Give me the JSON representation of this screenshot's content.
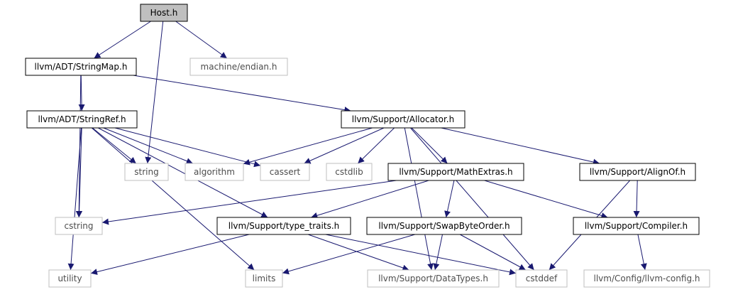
{
  "graph": {
    "nodes": [
      {
        "id": "host",
        "label": "Host.h",
        "style": "root"
      },
      {
        "id": "stringmap",
        "label": "llvm/ADT/StringMap.h",
        "style": "documented"
      },
      {
        "id": "endian",
        "label": "machine/endian.h",
        "style": "external"
      },
      {
        "id": "stringref",
        "label": "llvm/ADT/StringRef.h",
        "style": "documented"
      },
      {
        "id": "allocator",
        "label": "llvm/Support/Allocator.h",
        "style": "documented"
      },
      {
        "id": "string",
        "label": "string",
        "style": "external"
      },
      {
        "id": "algorithm",
        "label": "algorithm",
        "style": "external"
      },
      {
        "id": "cassert",
        "label": "cassert",
        "style": "external"
      },
      {
        "id": "cstdlib",
        "label": "cstdlib",
        "style": "external"
      },
      {
        "id": "mathextras",
        "label": "llvm/Support/MathExtras.h",
        "style": "documented"
      },
      {
        "id": "alignof",
        "label": "llvm/Support/AlignOf.h",
        "style": "documented"
      },
      {
        "id": "cstring",
        "label": "cstring",
        "style": "external"
      },
      {
        "id": "typetraits",
        "label": "llvm/Support/type_traits.h",
        "style": "documented"
      },
      {
        "id": "swapbyteorder",
        "label": "llvm/Support/SwapByteOrder.h",
        "style": "documented"
      },
      {
        "id": "compiler",
        "label": "llvm/Support/Compiler.h",
        "style": "documented"
      },
      {
        "id": "utility",
        "label": "utility",
        "style": "external"
      },
      {
        "id": "limits",
        "label": "limits",
        "style": "external"
      },
      {
        "id": "datatypes",
        "label": "llvm/Support/DataTypes.h",
        "style": "external"
      },
      {
        "id": "cstddef",
        "label": "cstddef",
        "style": "external"
      },
      {
        "id": "llvmconfig",
        "label": "llvm/Config/llvm-config.h",
        "style": "external"
      }
    ],
    "edges": [
      [
        "host",
        "stringmap"
      ],
      [
        "host",
        "string"
      ],
      [
        "host",
        "endian"
      ],
      [
        "stringmap",
        "stringref"
      ],
      [
        "stringmap",
        "allocator"
      ],
      [
        "stringmap",
        "cstring"
      ],
      [
        "stringref",
        "string"
      ],
      [
        "stringref",
        "algorithm"
      ],
      [
        "stringref",
        "cassert"
      ],
      [
        "stringref",
        "cstring"
      ],
      [
        "stringref",
        "utility"
      ],
      [
        "stringref",
        "typetraits"
      ],
      [
        "stringref",
        "limits"
      ],
      [
        "allocator",
        "algorithm"
      ],
      [
        "allocator",
        "cassert"
      ],
      [
        "allocator",
        "cstdlib"
      ],
      [
        "allocator",
        "mathextras"
      ],
      [
        "allocator",
        "alignof"
      ],
      [
        "allocator",
        "datatypes"
      ],
      [
        "allocator",
        "cstddef"
      ],
      [
        "mathextras",
        "cstring"
      ],
      [
        "mathextras",
        "typetraits"
      ],
      [
        "mathextras",
        "swapbyteorder"
      ],
      [
        "mathextras",
        "compiler"
      ],
      [
        "alignof",
        "compiler"
      ],
      [
        "alignof",
        "cstddef"
      ],
      [
        "typetraits",
        "utility"
      ],
      [
        "typetraits",
        "datatypes"
      ],
      [
        "typetraits",
        "cstddef"
      ],
      [
        "swapbyteorder",
        "limits"
      ],
      [
        "swapbyteorder",
        "datatypes"
      ],
      [
        "swapbyteorder",
        "cstddef"
      ],
      [
        "compiler",
        "llvmconfig"
      ]
    ],
    "colors": {
      "edge": "#191970",
      "root_fill": "#bfbfbf",
      "root_border": "#000000",
      "documented_border": "#000000",
      "external_border": "#bfbfbf",
      "text_dark": "#000000",
      "text_external": "#4d4d4d"
    }
  }
}
